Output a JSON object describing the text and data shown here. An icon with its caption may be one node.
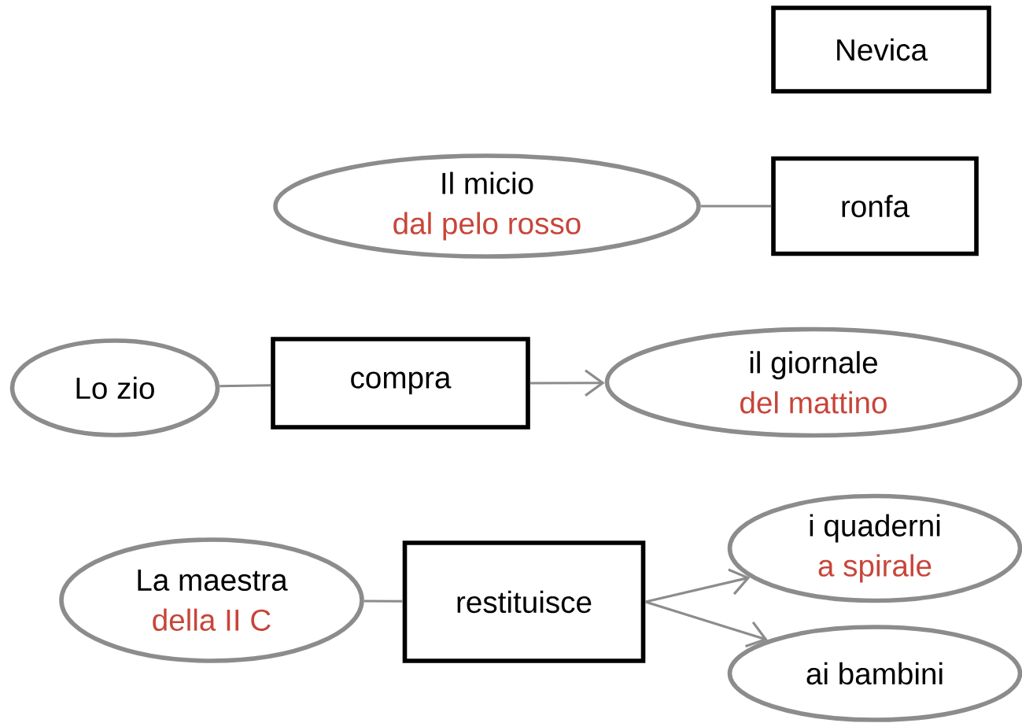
{
  "diagram": {
    "nodes": [
      {
        "text": [
          "Nevica"
        ]
      },
      {
        "text": [
          "Il micio",
          "dal pelo rosso"
        ]
      },
      {
        "text": [
          "ronfa"
        ]
      },
      {
        "text": [
          "Lo zio"
        ]
      },
      {
        "text": [
          "compra"
        ]
      },
      {
        "text": [
          "il giornale",
          "del mattino"
        ]
      },
      {
        "text": [
          "La maestra",
          "della II C"
        ]
      },
      {
        "text": [
          "restituisce"
        ]
      },
      {
        "text": [
          "i quaderni",
          "a spirale"
        ]
      },
      {
        "text": [
          "ai bambini"
        ]
      }
    ],
    "edges": [
      {
        "from": 1,
        "to": 2,
        "arrow": "none"
      },
      {
        "from": 3,
        "to": 4,
        "arrow": "none"
      },
      {
        "from": 4,
        "to": 5,
        "arrow": "to"
      },
      {
        "from": 6,
        "to": 7,
        "arrow": "none"
      },
      {
        "from": 7,
        "to": 8,
        "arrow": "to"
      },
      {
        "from": 7,
        "to": 9,
        "arrow": "to"
      }
    ]
  }
}
